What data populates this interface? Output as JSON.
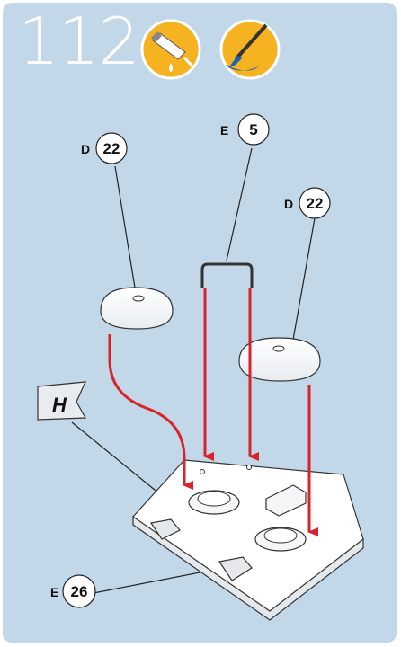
{
  "step": {
    "number": "112"
  },
  "icons": [
    {
      "name": "glue-bottle-icon",
      "bg": "#f5b321"
    },
    {
      "name": "paintbrush-icon",
      "bg": "#f5b321"
    }
  ],
  "callouts": [
    {
      "id": "d-left",
      "letter": "D",
      "qty": "22"
    },
    {
      "id": "e-top",
      "letter": "E",
      "qty": "5"
    },
    {
      "id": "d-right",
      "letter": "D",
      "qty": "22"
    },
    {
      "id": "e-bottom",
      "letter": "E",
      "qty": "26"
    }
  ],
  "flag": {
    "text": "H"
  },
  "colors": {
    "panel": "#c2d7e8",
    "arrow": "#d8232a",
    "badge": "#f5b321",
    "part": "#ffffff"
  }
}
